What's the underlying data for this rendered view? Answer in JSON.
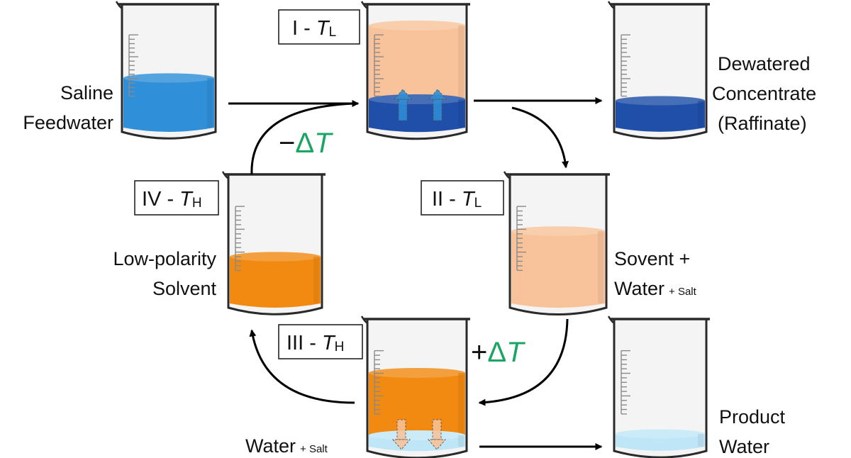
{
  "colors": {
    "glass": "#f4f4f4",
    "glass_edge": "#2a2a2a",
    "feed_water": "#2f8fd8",
    "concentrate": "#1f4fa8",
    "solvent_dark": "#f28a12",
    "solvent_light": "#f8c39a",
    "product_water": "#bfe6f6",
    "delta_green": "#1aa564"
  },
  "labels": {
    "saline_feedwater": {
      "line1": "Saline",
      "line2": "Feedwater"
    },
    "dewatered_concentrate": {
      "line1": "Dewatered",
      "line2": "Concentrate",
      "line3": "(Raffinate)"
    },
    "low_polarity_solvent": {
      "line1": "Low-polarity",
      "line2": "Solvent"
    },
    "solvent_water": {
      "line1": "Sovent +",
      "line2": "Water",
      "suffix": "+ Salt"
    },
    "water_salt": {
      "main": "Water",
      "suffix": "+ Salt"
    },
    "product_water": {
      "line1": "Product",
      "line2": "Water"
    }
  },
  "steps": {
    "step1": {
      "roman": "I - ",
      "temp": "T",
      "sub": "L"
    },
    "step2": {
      "roman": "II - ",
      "temp": "T",
      "sub": "L"
    },
    "step3": {
      "roman": "III - ",
      "temp": "T",
      "sub": "H"
    },
    "step4": {
      "roman": "IV - ",
      "temp": "T",
      "sub": "H"
    }
  },
  "deltas": {
    "cooling": {
      "sign": "−",
      "symbol": "Δ",
      "var": "T"
    },
    "heating": {
      "sign": "+",
      "symbol": "Δ",
      "var": "T"
    }
  },
  "icons": [
    "beaker-icon",
    "arrow-icon",
    "diffusion-arrow-icon"
  ]
}
